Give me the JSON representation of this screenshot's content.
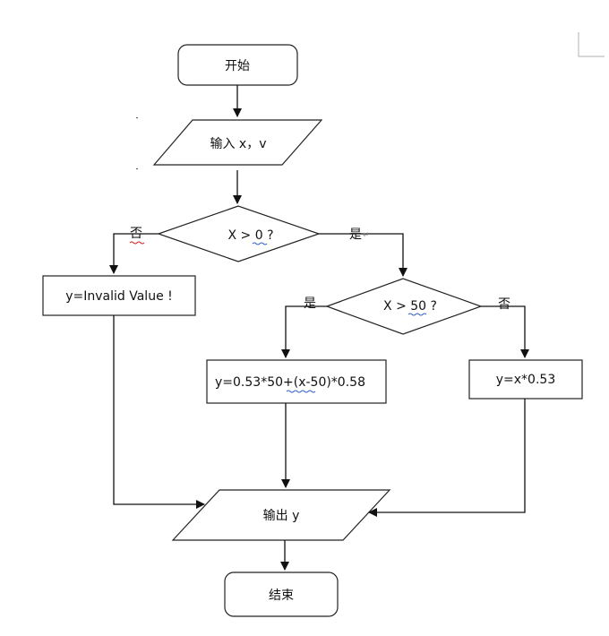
{
  "nodes": {
    "start": "开始",
    "input": "输入 x，v",
    "cond1": "X > 0 ?",
    "invalid": "y=Invalid Value !",
    "cond2": "X > 50 ?",
    "calc_high": "y=0.53*50+(x-50)*0.58",
    "calc_low": "y=x*0.53",
    "output": "输出 y",
    "end": "结束"
  },
  "edge_labels": {
    "cond1_no": "否",
    "cond1_yes": "是",
    "cond2_yes": "是",
    "cond2_no": "否"
  },
  "colors": {
    "stroke": "#222222",
    "squiggle_red": "#d02020",
    "squiggle_blue": "#2f5fc8",
    "corner_mark": "#b0b0b0"
  }
}
